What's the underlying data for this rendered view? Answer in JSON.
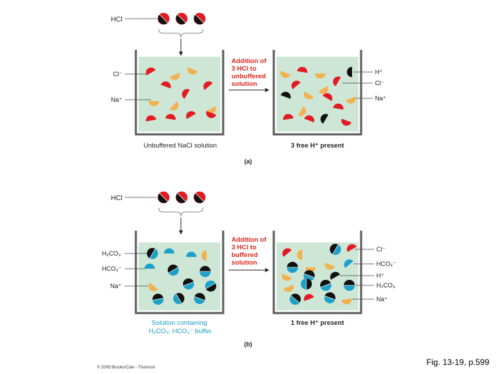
{
  "colors": {
    "solution": "#cde6d6",
    "beaker": "#5c5c5c",
    "red": "#e31b23",
    "orange": "#f2b24f",
    "blue": "#1ea0c8",
    "black": "#111111",
    "red_text": "#d9261c",
    "blue_text": "#1e9cc6"
  },
  "icons": {
    "arrow": "arrow-icon",
    "brace": "brace-icon",
    "ion": "ion-icon"
  },
  "panel_a": {
    "hcl_label": "HCl",
    "left_labels": {
      "cl": "Cl⁻",
      "na": "Na⁺"
    },
    "process_text": [
      "Addition of",
      "3 HCl to",
      "unbuffered",
      "solution"
    ],
    "right_labels": {
      "h": "H⁺",
      "cl": "Cl⁻",
      "na": "Na⁺"
    },
    "left_caption": "Unbuffered NaCl solution",
    "right_caption": "3 free H⁺ present",
    "panel_label": "(a)"
  },
  "panel_b": {
    "hcl_label": "HCl",
    "left_labels": {
      "h2co3": "H₂CO₃",
      "hco3": "HCO₃⁻",
      "na": "Na⁺"
    },
    "process_text": [
      "Addition of",
      "3 HCl to",
      "buffered",
      "solution"
    ],
    "right_labels": {
      "cl": "Cl⁻",
      "hco3": "HCO₃⁻",
      "h": "H⁺",
      "h2co3": "H₂CO₃",
      "na": "Na⁺"
    },
    "left_caption": [
      "Solution containing",
      "H₂CO₃: HCO₃⁻ buffer"
    ],
    "right_caption": "1 free H⁺ present",
    "panel_label": "(b)"
  },
  "figure_ref": "Fig. 13-19, p.599",
  "copyright": "© 2005 Brooks/Cole - Thomson"
}
